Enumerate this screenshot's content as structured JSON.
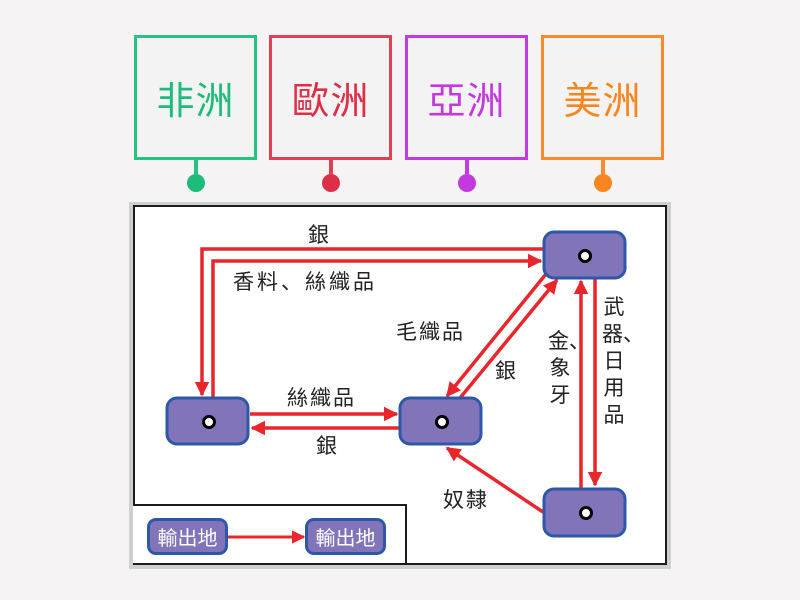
{
  "continents": [
    {
      "label": "非洲",
      "color": "#1ebc7a"
    },
    {
      "label": "歐洲",
      "color": "#dd2f48"
    },
    {
      "label": "亞洲",
      "color": "#c438df"
    },
    {
      "label": "美洲",
      "color": "#f9851f"
    }
  ],
  "nodes": {
    "africa": {
      "marker": "circle-marker"
    },
    "asia": {
      "marker": "circle-marker"
    },
    "europe": {
      "marker": "circle-marker"
    },
    "america": {
      "marker": "circle-marker"
    }
  },
  "flows": {
    "europe_to_africa": "銀",
    "africa_to_europe": "香料、絲織品",
    "africa_to_asia": "絲織品",
    "asia_to_africa": "銀",
    "europe_to_asia": "毛織品",
    "asia_to_europe": "銀",
    "america_to_europe": "金、象牙",
    "europe_to_america": "武器、日用品",
    "america_to_asia": "奴隸"
  },
  "legend": {
    "from_label": "輸出地",
    "to_label": "輸出地"
  },
  "colors": {
    "arrow": "#e8262b",
    "node_fill": "#8274b8",
    "node_border": "#2d58a8"
  }
}
